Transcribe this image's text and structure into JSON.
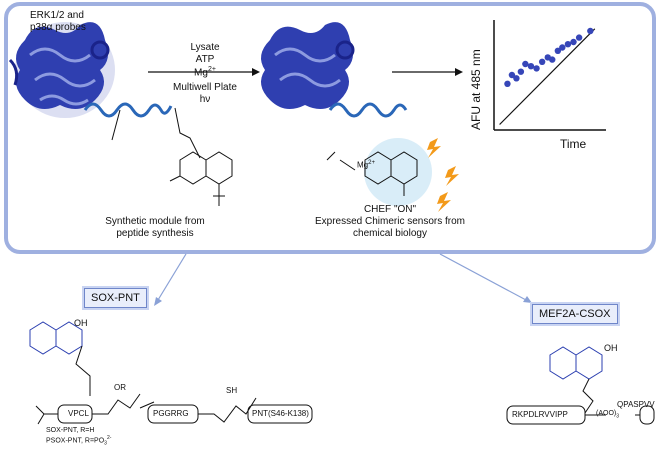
{
  "top": {
    "probe_label": "ERK1/2 and\np38α probes",
    "lysate": "Lysate",
    "atp": "ATP",
    "mg": "Mg",
    "mg_sup": "2+",
    "multiwell": "Multiwell Plate",
    "hv": "hν",
    "mg_complex": "Mg",
    "mg_complex_sup": "2+",
    "synthetic": "Synthetic module from\npeptide synthesis",
    "chef": "CHEF \"ON\"",
    "expressed": "Expressed Chimeric sensors from\nchemical biology"
  },
  "chart_data": {
    "type": "scatter",
    "xlabel": "Time",
    "ylabel": "AFU at 485 nm",
    "points": [
      [
        0.12,
        0.42
      ],
      [
        0.16,
        0.5
      ],
      [
        0.2,
        0.47
      ],
      [
        0.24,
        0.53
      ],
      [
        0.28,
        0.6
      ],
      [
        0.33,
        0.58
      ],
      [
        0.38,
        0.56
      ],
      [
        0.43,
        0.62
      ],
      [
        0.48,
        0.66
      ],
      [
        0.52,
        0.64
      ],
      [
        0.57,
        0.72
      ],
      [
        0.61,
        0.75
      ],
      [
        0.66,
        0.78
      ],
      [
        0.71,
        0.8
      ],
      [
        0.76,
        0.84
      ],
      [
        0.86,
        0.9
      ]
    ],
    "fit": [
      [
        0.05,
        0.05
      ],
      [
        0.9,
        0.92
      ]
    ]
  },
  "bottom": {
    "sox_tag": "SOX-PNT",
    "mef_tag": "MEF2A-CSOX",
    "vpcl": "VPCL",
    "pggrrg": "PGGRRG",
    "pnt": "PNT(S46-K138)",
    "or": "OR",
    "sh": "SH",
    "oh": "OH",
    "oh2": "OH",
    "sox_note1": "SOX-PNT, R=H",
    "sox_note2": "PSOX-PNT, R=PO",
    "sox_note2_sub": "3",
    "sox_note2_sup": "2-",
    "rkp": "RKPDLRVVIPP",
    "aoo": "(AOO)",
    "aoo_sub": "3",
    "qpa": "QPASPVV"
  }
}
